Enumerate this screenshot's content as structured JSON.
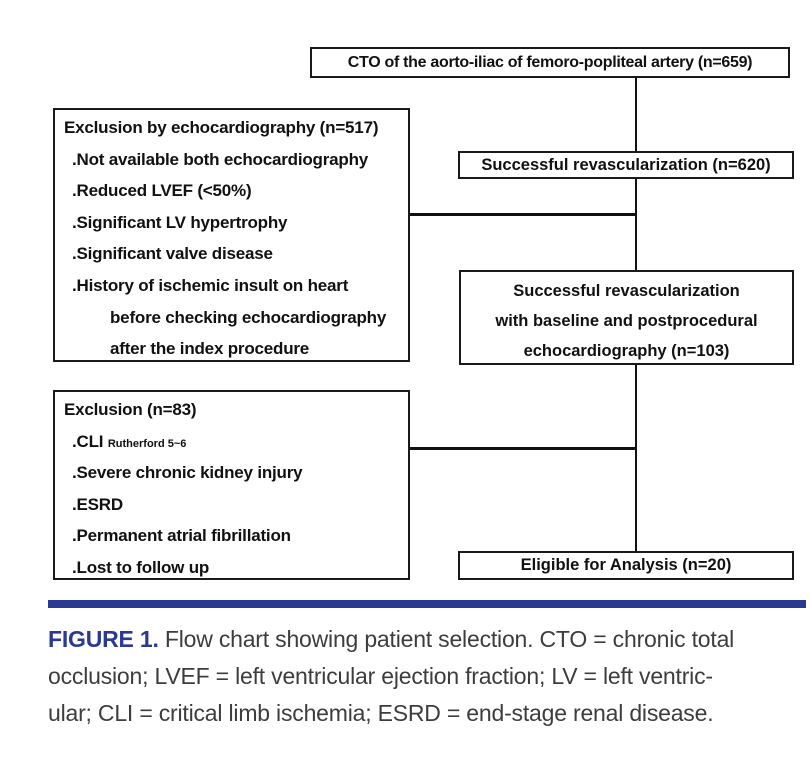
{
  "colors": {
    "accent_blue": "#2b3990",
    "caption_text": "#3d3d3d",
    "line_black": "#111111"
  },
  "flowchart": {
    "cto_box": {
      "label": "CTO of the aorto-iliac of femoro-popliteal artery (n=659)"
    },
    "revasc_box": {
      "label": "Successful revascularization (n=620)"
    },
    "revasc_echo_box": {
      "lines": [
        "Successful revascularization",
        "with baseline and postprocedural",
        "echocardiography (n=103)"
      ]
    },
    "eligible_box": {
      "label": "Eligible for Analysis (n=20)"
    },
    "exclusion_echo_box": {
      "title": "Exclusion by echocardiography (n=517)",
      "items": [
        {
          "text": ".Not available both echocardiography"
        },
        {
          "text": ".Reduced LVEF (<50%)"
        },
        {
          "text": ".Significant LV hypertrophy"
        },
        {
          "text": ".Significant valve disease"
        },
        {
          "text": ".History of ischemic insult on heart"
        },
        {
          "text": "before checking echocardiography"
        },
        {
          "text": "after the index procedure"
        }
      ]
    },
    "exclusion_box": {
      "title": "Exclusion (n=83)",
      "items": [
        {
          "text": ".CLI",
          "suffix": "Rutherford 5~6"
        },
        {
          "text": ".Severe chronic kidney injury"
        },
        {
          "text": ".ESRD"
        },
        {
          "text": ".Permanent atrial fibrillation"
        },
        {
          "text": ".Lost to follow up"
        }
      ]
    }
  },
  "caption": {
    "label": "FIGURE 1.",
    "line1": "Flow chart showing patient selection. CTO = chronic total",
    "line2": "occlusion; LVEF = left ventricular ejection fraction; LV = left ventric-",
    "line3": "ular; CLI = critical limb ischemia; ESRD = end-stage renal disease."
  }
}
